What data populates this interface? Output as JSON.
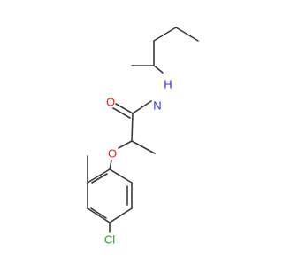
{
  "molecule": {
    "atoms": {
      "nitrogen": {
        "text": "N",
        "color": "#2b2bff"
      },
      "hydrogen": {
        "text": "H",
        "color": "#2b2bff"
      },
      "carbonyl_oxygen": {
        "text": "O",
        "color": "#ff1a1a"
      },
      "ether_oxygen": {
        "text": "O",
        "color": "#ff1a1a"
      },
      "chlorine": {
        "text": "Cl",
        "color": "#1faa1f"
      }
    },
    "bond_color": "#3a3a3a"
  }
}
